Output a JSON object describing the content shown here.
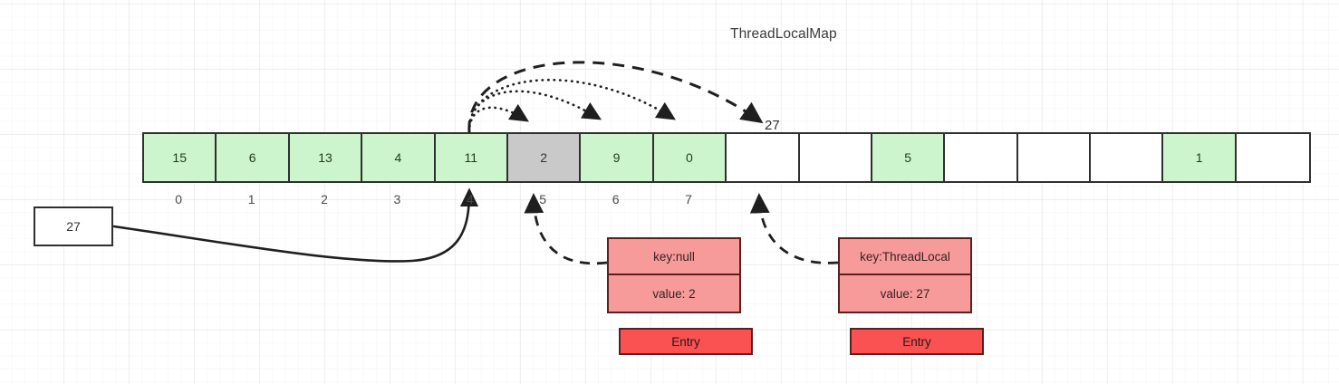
{
  "diagram": {
    "title": "ThreadLocalMap",
    "hash_label": "27"
  },
  "array": {
    "cells": [
      {
        "value": "15",
        "state": "green"
      },
      {
        "value": "6",
        "state": "green"
      },
      {
        "value": "13",
        "state": "green"
      },
      {
        "value": "4",
        "state": "green"
      },
      {
        "value": "11",
        "state": "green"
      },
      {
        "value": "2",
        "state": "gray"
      },
      {
        "value": "9",
        "state": "green"
      },
      {
        "value": "0",
        "state": "green"
      },
      {
        "value": "",
        "state": "empty"
      },
      {
        "value": "",
        "state": "empty"
      },
      {
        "value": "5",
        "state": "green"
      },
      {
        "value": "",
        "state": "empty"
      },
      {
        "value": "",
        "state": "empty"
      },
      {
        "value": "",
        "state": "empty"
      },
      {
        "value": "1",
        "state": "green"
      },
      {
        "value": "",
        "state": "empty"
      }
    ],
    "indices": [
      "0",
      "1",
      "2",
      "3",
      "4",
      "5",
      "6",
      "7"
    ]
  },
  "value_box": {
    "value": "27"
  },
  "entries": [
    {
      "key": "key:null",
      "value": "value: 2",
      "tag": "Entry"
    },
    {
      "key": "key:ThreadLocal",
      "value": "value: 27",
      "tag": "Entry"
    }
  ],
  "colors": {
    "cell_green": "#cdf5cd",
    "cell_gray": "#c9c9c9",
    "entry_pink": "#f79a9a",
    "entry_red": "#fa5252",
    "stroke": "#2f2f2f"
  }
}
